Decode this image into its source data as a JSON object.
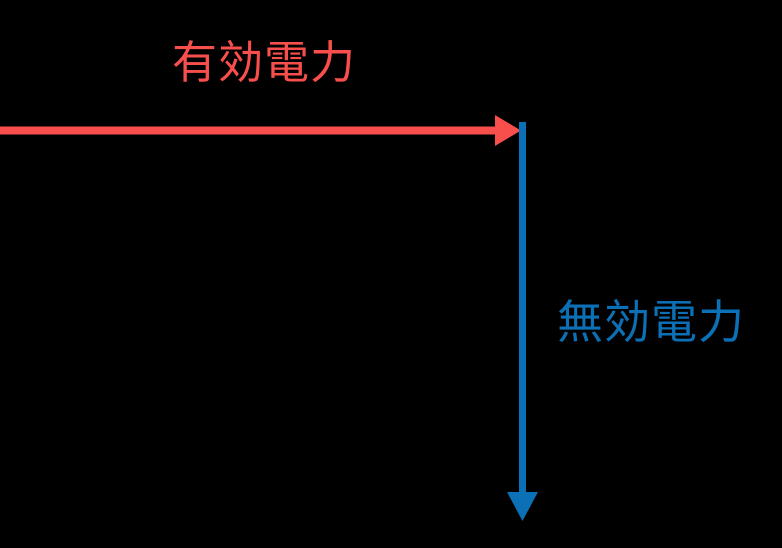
{
  "diagram": {
    "title": "power-vector-diagram",
    "background_color": "#000000",
    "active_power": {
      "label": "有効電力",
      "meaning": "active power",
      "color": "#f94f4c",
      "arrow_direction": "right"
    },
    "reactive_power": {
      "label": "無効電力",
      "meaning": "reactive power",
      "color": "#0b70b6",
      "arrow_direction": "down"
    }
  }
}
